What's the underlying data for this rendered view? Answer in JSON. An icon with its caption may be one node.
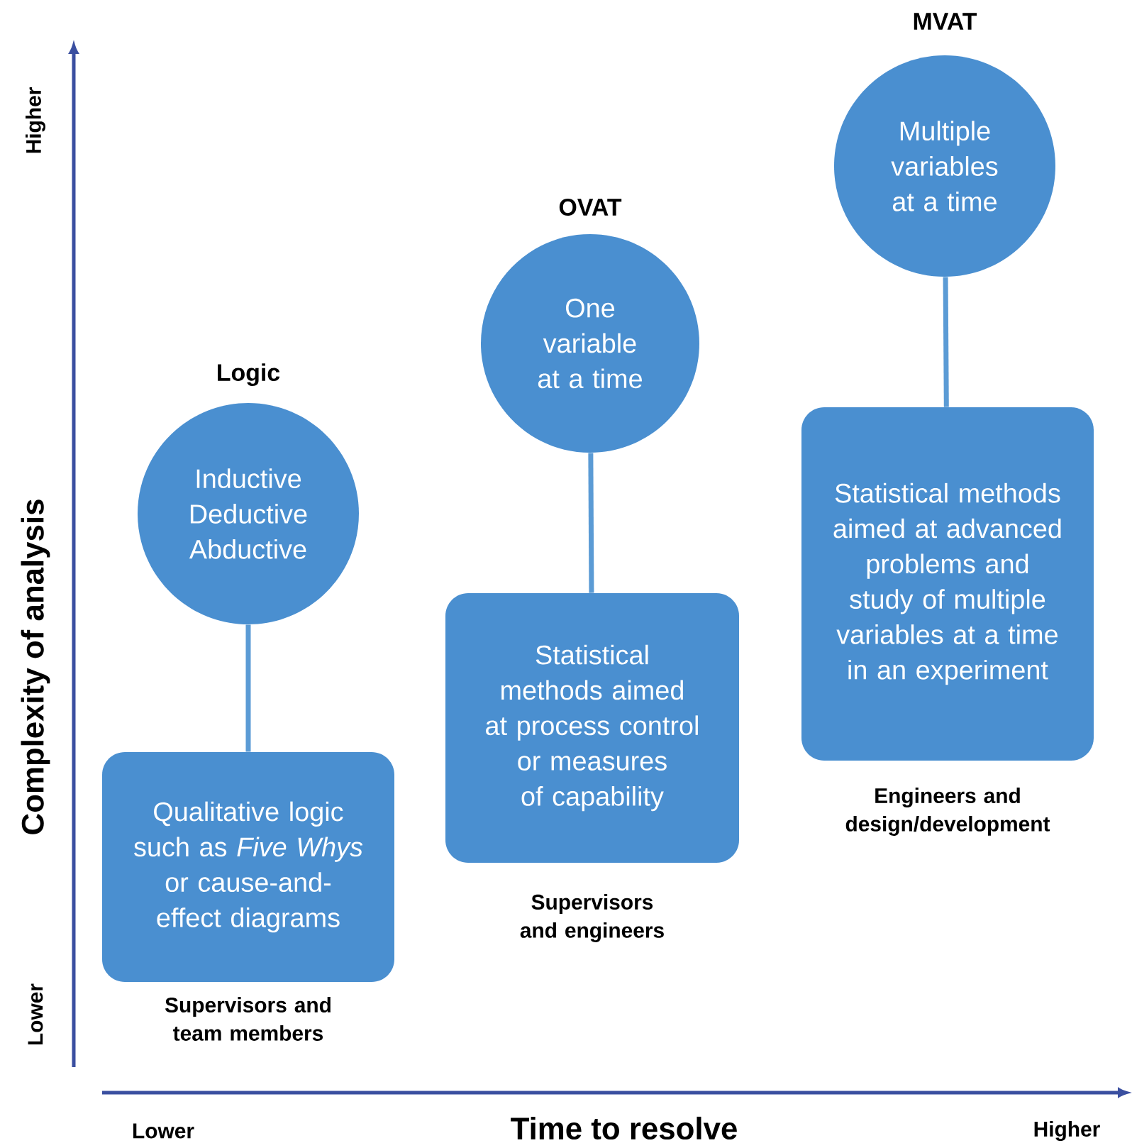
{
  "diagram": {
    "nodes": [
      {
        "text": [
          "Logic",
          "Inductive Deductive Abductive"
        ]
      },
      {
        "text": [
          "Qualitative logic such as *Five Whys* or cause-and-effect diagrams"
        ],
        "beside": [
          "Supervisors and team members"
        ]
      },
      {
        "text": [
          "OVAT",
          "One variable at a time"
        ]
      },
      {
        "text": [
          "Statistical methods aimed at process control or measures of capability"
        ],
        "beside": [
          "Supervisors and engineers"
        ]
      },
      {
        "text": [
          "MVAT",
          "Multiple variables at a time"
        ]
      },
      {
        "text": [
          "Statistical methods aimed at advanced problems and study of multiple variables at a time in an experiment"
        ],
        "beside": [
          "Engineers and design/development"
        ]
      }
    ],
    "edges": [
      {
        "from": 0,
        "to": 1,
        "arrow": "none"
      },
      {
        "from": 2,
        "to": 3,
        "arrow": "none"
      },
      {
        "from": 4,
        "to": 5,
        "arrow": "none"
      }
    ],
    "labels": [
      "Higher",
      "Complexity of analysis",
      "Lower",
      "Lower",
      "Time to resolve",
      "Higher"
    ]
  }
}
